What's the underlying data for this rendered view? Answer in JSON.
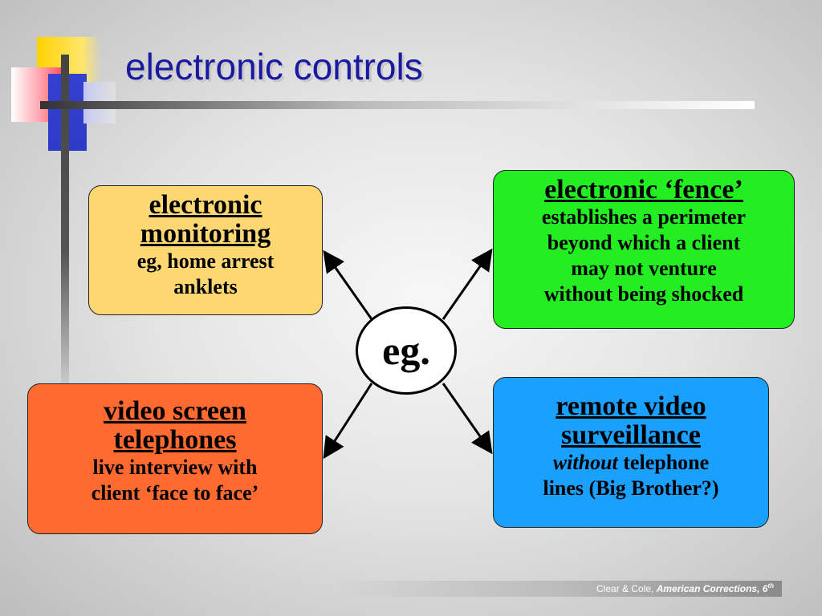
{
  "slide": {
    "title": "electronic controls"
  },
  "hub": {
    "label": "eg."
  },
  "boxes": {
    "monitoring": {
      "heading_line1": "electronic",
      "heading_line2": "monitoring",
      "body_line1": "eg, home arrest",
      "body_line2": "anklets",
      "fill": "#fdd772"
    },
    "fence": {
      "heading": "electronic ‘fence’",
      "body_line1": "establishes a perimeter",
      "body_line2": "beyond which a client",
      "body_line3": "may not venture",
      "body_line4": "without being shocked",
      "fill": "#22ee22"
    },
    "telephones": {
      "heading_line1": "video screen",
      "heading_line2": "telephones",
      "body_line1": "live interview with",
      "body_line2": "client ‘face to face’",
      "fill": "#ff6a30"
    },
    "surveillance": {
      "heading_line1": "remote video",
      "heading_line2": "surveillance",
      "body_italic": "without",
      "body_rest": " telephone",
      "body_line2": "lines (Big Brother?)",
      "fill": "#1aa0ff"
    }
  },
  "footer": {
    "authors": "Clear & Cole, ",
    "book": "American Corrections, 6",
    "edition_sup": "th"
  },
  "colors": {
    "title": "#1a1aa0",
    "accent_yellow": "#ffd200",
    "accent_red": "#ff4050",
    "accent_blue": "#2e3bc8"
  }
}
